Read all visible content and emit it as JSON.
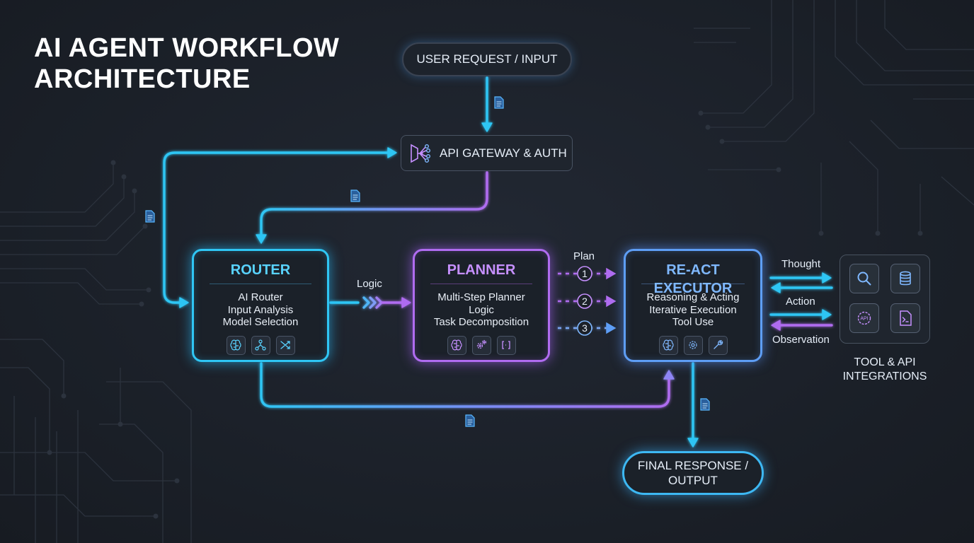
{
  "title_lines": [
    "AI AGENT WORKFLOW",
    "ARCHITECTURE"
  ],
  "user_request": "USER REQUEST / INPUT",
  "gateway": {
    "label": "API GATEWAY & AUTH",
    "icon": "api-gateway-fan-icon"
  },
  "router": {
    "title": "ROUTER",
    "lines": [
      "AI Router",
      "Input Analysis",
      "Model Selection"
    ],
    "icons": [
      "brain-icon",
      "network-icon",
      "shuffle-icon"
    ]
  },
  "planner": {
    "title": "PLANNER",
    "lines": [
      "Multi-Step Planner",
      "Logic",
      "Task Decomposition"
    ],
    "icons": [
      "brain-icon",
      "gears-icon",
      "code-brackets-icon"
    ]
  },
  "executor": {
    "title": "RE-ACT EXECUTOR",
    "lines": [
      "Reasoning & Acting",
      "Iterative Execution",
      "Tool Use"
    ],
    "icons": [
      "brain-icon",
      "gear-icon",
      "wrench-icon"
    ]
  },
  "labels": {
    "logic": "Logic",
    "plan": "Plan",
    "thought": "Thought",
    "action": "Action",
    "observation": "Observation"
  },
  "plan_steps": [
    "1",
    "2",
    "3"
  ],
  "tools": {
    "caption_lines": [
      "TOOL & API",
      "INTEGRATIONS"
    ],
    "icons": [
      "search-icon",
      "database-icon",
      "api-chip-icon",
      "terminal-icon"
    ],
    "api_chip_text": "API"
  },
  "final_lines": [
    "FINAL RESPONSE /",
    "OUTPUT"
  ],
  "colors": {
    "cyan": "#2fc6f4",
    "purple": "#b06cf0",
    "blue": "#5e9ef5",
    "background": "#1c2129"
  }
}
